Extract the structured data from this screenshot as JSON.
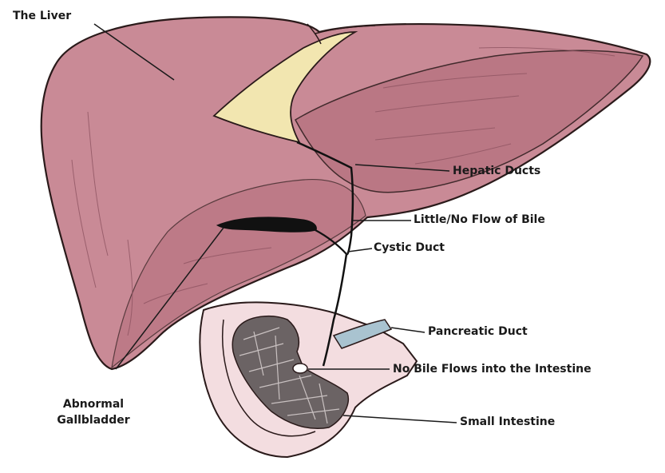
{
  "labels": {
    "liver": "The Liver",
    "hepatic_ducts": "Hepatic Ducts",
    "little_flow": "Little/No Flow of Bile",
    "cystic_duct": "Cystic Duct",
    "pancreatic_duct": "Pancreatic Duct",
    "no_bile_flow": "No Bile Flows into the Intestine",
    "small_intestine": "Small Intestine",
    "gallbladder_line1": "Abnormal",
    "gallbladder_line2": "Gallbladder"
  },
  "colors": {
    "liver_fill": "#c98a96",
    "liver_shade": "#b87482",
    "ligament_fill": "#f2e6b0",
    "intestine_fill": "#f3dde0",
    "intestine_inner": "#6b6364",
    "pancreatic_duct_fill": "#a9c3d0",
    "outline": "#2a1a1a"
  }
}
